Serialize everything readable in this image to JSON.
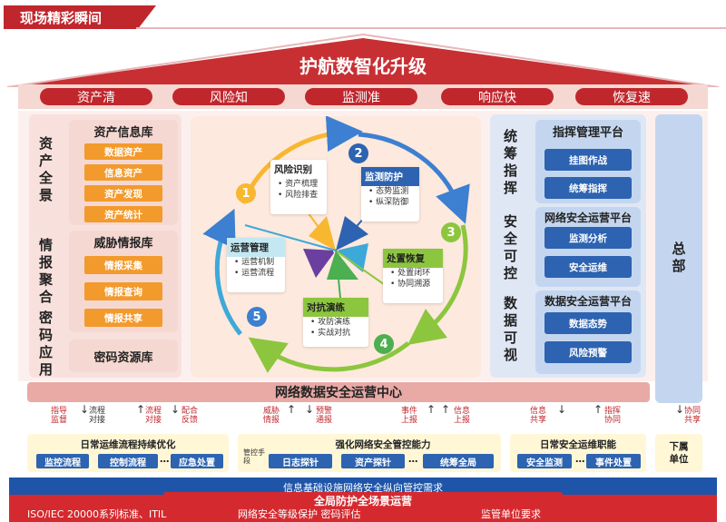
{
  "header": {
    "title": "现场精彩瞬间"
  },
  "roof": {
    "title": "护航数智化升级"
  },
  "pills": [
    "资产清",
    "风险知",
    "监测准",
    "响应快",
    "恢复速"
  ],
  "left": {
    "vert_asset": "资产全景",
    "vert_intel": "情报聚合",
    "vert_crypto": "密码应用",
    "asset_lib": {
      "title": "资产信息库",
      "items": [
        "数据资产",
        "信息资产",
        "资产发现",
        "资产统计"
      ]
    },
    "threat_lib": {
      "title": "威胁情报库",
      "items": [
        "情报采集",
        "情报查询",
        "情报共享"
      ]
    },
    "crypto_lib": {
      "title": "密码资源库"
    }
  },
  "cycle": {
    "steps": [
      {
        "num": "1",
        "title": "风险识别",
        "items": [
          "资产梳理",
          "风险排查"
        ]
      },
      {
        "num": "2",
        "title": "监测防护",
        "items": [
          "态势监测",
          "纵深防御"
        ]
      },
      {
        "num": "3",
        "title": "处置恢复",
        "items": [
          "处置闭环",
          "协同溯源"
        ]
      },
      {
        "num": "4",
        "title": "对抗演练",
        "items": [
          "攻防演练",
          "实战对抗"
        ]
      },
      {
        "num": "5",
        "title": "运营管理",
        "items": [
          "运营机制",
          "运营流程"
        ]
      }
    ]
  },
  "right": {
    "vert_plan": "统筹指挥",
    "vert_safe": "安全可控",
    "vert_data": "数据可视",
    "cmd": {
      "title": "指挥管理平台",
      "items": [
        "挂图作战",
        "统筹指挥"
      ]
    },
    "netops": {
      "title": "网络安全运营平台",
      "items": [
        "监测分析",
        "安全运维"
      ]
    },
    "dataops": {
      "title": "数据安全运营平台",
      "items": [
        "数据态势",
        "风险预警"
      ]
    },
    "hq": "总部"
  },
  "center_bar": "网络数据安全运营中心",
  "flows": [
    {
      "top": "指导",
      "bottom": "监督"
    },
    {
      "top": "流程",
      "bottom": "对接"
    },
    {
      "top": "流程",
      "bottom": "对接"
    },
    {
      "top": "配合",
      "bottom": "反馈"
    },
    {
      "top": "威胁",
      "bottom": "情报"
    },
    {
      "top": "预警",
      "bottom": "通报"
    },
    {
      "top": "事件",
      "bottom": "上报"
    },
    {
      "top": "信息",
      "bottom": "上报"
    },
    {
      "top": "信息",
      "bottom": "共享"
    },
    {
      "top": "指挥",
      "bottom": "协同"
    },
    {
      "top": "协同",
      "bottom": "共享"
    }
  ],
  "groups": {
    "daily_flow": {
      "title": "日常运维流程持续优化",
      "items": [
        "监控流程",
        "控制流程",
        "…",
        "应急处置"
      ]
    },
    "strengthen": {
      "title": "强化网络安全管控能力",
      "side": "管控手段",
      "items": [
        "日志探针",
        "资产探针",
        "…",
        "统筹全局"
      ]
    },
    "daily_ops": {
      "title": "日常安全运维职能",
      "items": [
        "安全监测",
        "…",
        "事件处置"
      ]
    },
    "sub_unit": "下属单位"
  },
  "base": {
    "row1": "信息基础设施网络安全纵向管控需求",
    "row2_title": "全局防护全场景运营",
    "row2_left": "ISO/IEC 20000系列标准、ITIL",
    "row2_mid": "网络安全等级保护  密码评估",
    "row2_right": "监管单位要求"
  }
}
